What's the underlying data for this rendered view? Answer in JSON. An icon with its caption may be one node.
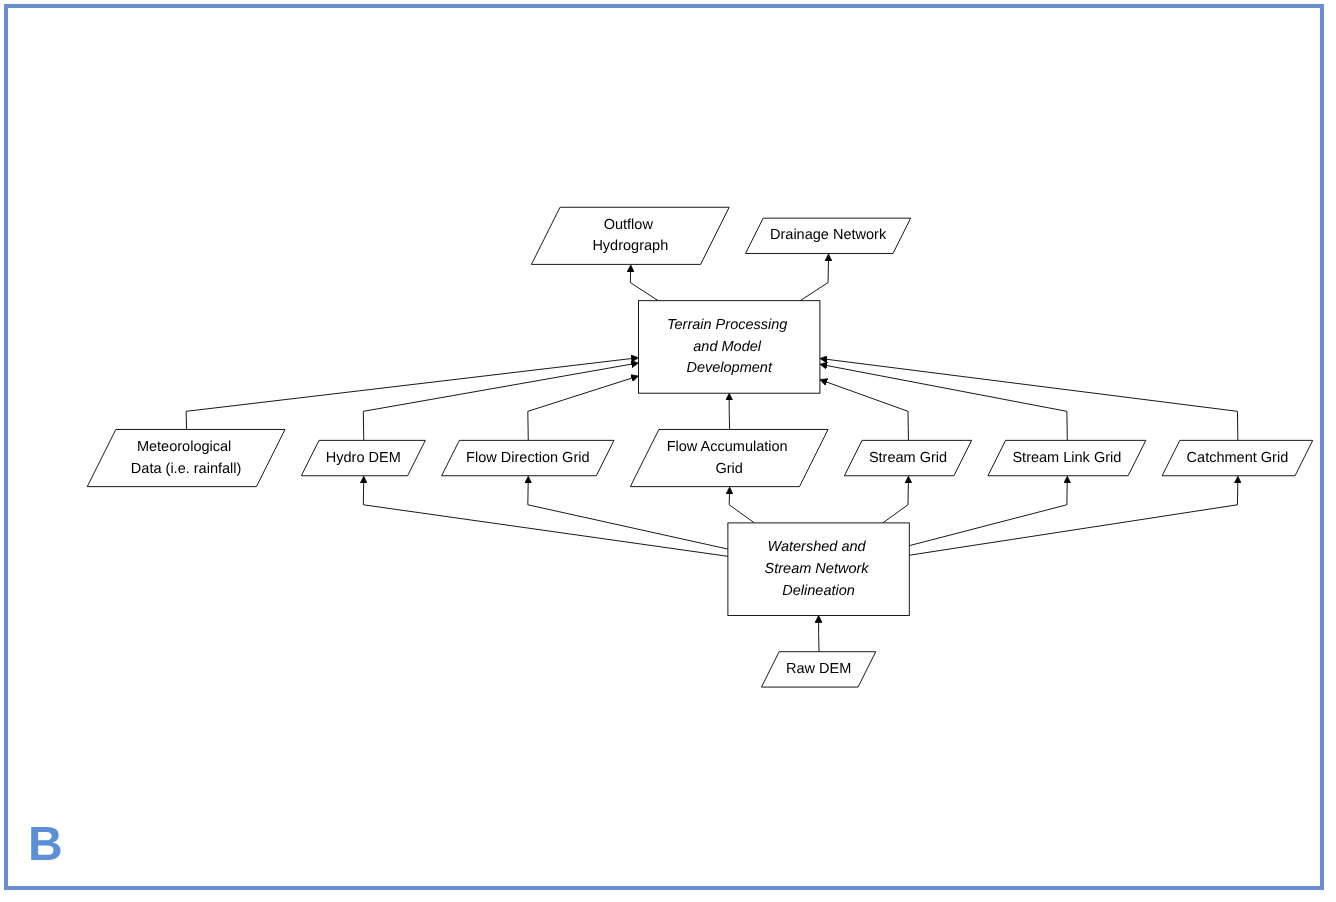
{
  "diagram": {
    "nodes": [
      {
        "text": [
          "Meteorological Data (i.e. rainfall)"
        ]
      },
      {
        "text": [
          "Terrain Processing and Model Development"
        ]
      },
      {
        "text": [
          "Outflow Hydrograph"
        ]
      },
      {
        "text": [
          "Drainage Network"
        ]
      },
      {
        "text": [
          "Hydro DEM"
        ]
      },
      {
        "text": [
          "Flow Direction Grid"
        ]
      },
      {
        "text": [
          "Flow Accumulation Grid"
        ]
      },
      {
        "text": [
          "Stream Grid"
        ]
      },
      {
        "text": [
          "Stream Link Grid"
        ]
      },
      {
        "text": [
          "Catchment Grid"
        ]
      },
      {
        "text": [
          "Watershed and Stream Network Delineation"
        ]
      },
      {
        "text": [
          "Raw DEM"
        ]
      }
    ],
    "edges": [
      {
        "from": 0,
        "to": 1,
        "arrow": "to"
      },
      {
        "from": 1,
        "to": 2,
        "arrow": "to"
      },
      {
        "from": 1,
        "to": 3,
        "arrow": "to"
      },
      {
        "from": 4,
        "to": 1,
        "arrow": "to"
      },
      {
        "from": 5,
        "to": 1,
        "arrow": "to"
      },
      {
        "from": 6,
        "to": 1,
        "arrow": "to"
      },
      {
        "from": 7,
        "to": 1,
        "arrow": "to"
      },
      {
        "from": 8,
        "to": 1,
        "arrow": "to"
      },
      {
        "from": 9,
        "to": 1,
        "arrow": "to"
      },
      {
        "from": 10,
        "to": 4,
        "arrow": "to"
      },
      {
        "from": 10,
        "to": 5,
        "arrow": "to"
      },
      {
        "from": 10,
        "to": 6,
        "arrow": "to"
      },
      {
        "from": 10,
        "to": 7,
        "arrow": "to"
      },
      {
        "from": 10,
        "to": 8,
        "arrow": "to"
      },
      {
        "from": 10,
        "to": 9,
        "arrow": "to"
      },
      {
        "from": 11,
        "to": 10,
        "arrow": "to"
      }
    ],
    "labels": [
      "B"
    ]
  }
}
